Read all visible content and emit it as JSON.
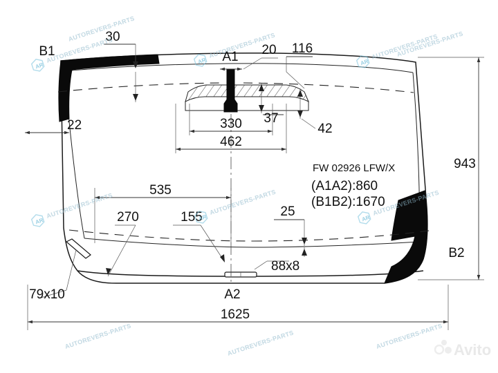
{
  "drawing": {
    "type": "windshield-technical-drawing",
    "part_code": "FW 02926 LFW/X",
    "spec_a": "(A1A2):860",
    "spec_b": "(B1B2):1670",
    "overall_width": "1625",
    "overall_height": "943"
  },
  "corner_labels": {
    "b1": "B1",
    "b2": "B2",
    "a1": "A1",
    "a2": "A2"
  },
  "dimensions": {
    "top_left_offset": "30",
    "left_edge": "22",
    "mirror_width": "20",
    "upper_right": "116",
    "mirror_height": "37",
    "right_band": "42",
    "band_inner": "330",
    "band_outer": "462",
    "lower_left_span": "535",
    "lower_270": "270",
    "lower_155": "155",
    "lower_25": "25",
    "bottom_pad": "88x8",
    "left_slot": "79x10",
    "width_total": "1625",
    "height_total": "943"
  },
  "watermarks": {
    "brand": "AUTOREVERS-PARTS",
    "logo_mark": "AR",
    "marketplace": "Avito",
    "brand_color": "#8fb9cc",
    "marketplace_color": "#e9e9e9"
  }
}
